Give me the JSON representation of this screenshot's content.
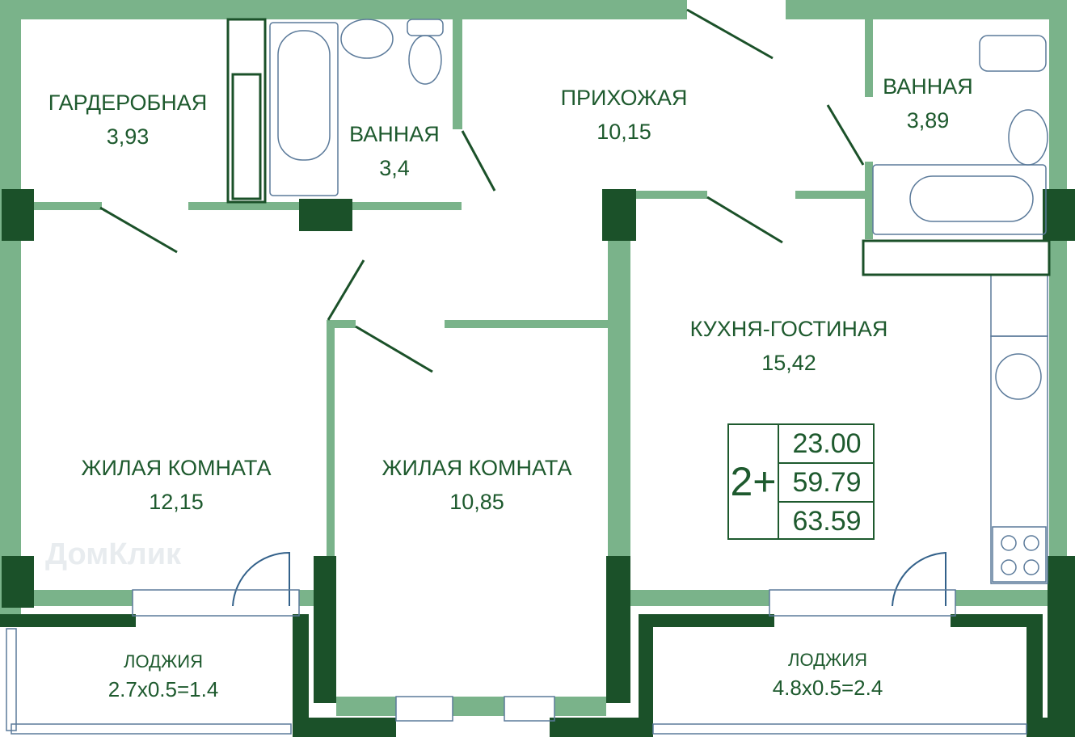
{
  "rooms": [
    {
      "name": "ГАРДЕРОБНАЯ",
      "area": "3,93"
    },
    {
      "name": "ВАННАЯ",
      "area": "3,4"
    },
    {
      "name": "ПРИХОЖАЯ",
      "area": "10,15"
    },
    {
      "name": "ВАННАЯ",
      "area": "3,89"
    },
    {
      "name": "КУХНЯ-ГОСТИНАЯ",
      "area": "15,42"
    },
    {
      "name": "ЖИЛАЯ КОМНАТА",
      "area": "12,15"
    },
    {
      "name": "ЖИЛАЯ КОМНАТА",
      "area": "10,85"
    },
    {
      "name": "ЛОДЖИЯ",
      "area": "2.7x0.5=1.4"
    },
    {
      "name": "ЛОДЖИЯ",
      "area": "4.8x0.5=2.4"
    }
  ],
  "info": {
    "rooms": "2+",
    "living_area": "23.00",
    "area": "59.79",
    "total_area": "63.59"
  },
  "watermark": "ДомКлик",
  "colors": {
    "wall_light": "#7ab38a",
    "wall_dark": "#1b5129",
    "text": "#1e5a2e",
    "fixture": "#5b7a9a"
  }
}
